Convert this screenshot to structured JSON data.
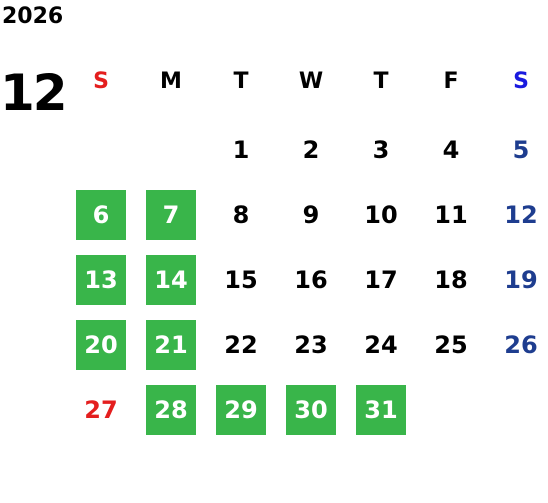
{
  "calendar": {
    "year": "2026",
    "month": "12",
    "weekdays": [
      {
        "label": "S",
        "color": "#e41e1e"
      },
      {
        "label": "M",
        "color": "#000000"
      },
      {
        "label": "T",
        "color": "#000000"
      },
      {
        "label": "W",
        "color": "#000000"
      },
      {
        "label": "T",
        "color": "#000000"
      },
      {
        "label": "F",
        "color": "#000000"
      },
      {
        "label": "S",
        "color": "#1a1adf"
      }
    ],
    "weeks": [
      [
        {
          "day": ""
        },
        {
          "day": ""
        },
        {
          "day": "1",
          "style": "normal"
        },
        {
          "day": "2",
          "style": "normal"
        },
        {
          "day": "3",
          "style": "normal"
        },
        {
          "day": "4",
          "style": "normal"
        },
        {
          "day": "5",
          "style": "sat"
        }
      ],
      [
        {
          "day": "6",
          "style": "green"
        },
        {
          "day": "7",
          "style": "green"
        },
        {
          "day": "8",
          "style": "normal"
        },
        {
          "day": "9",
          "style": "normal"
        },
        {
          "day": "10",
          "style": "normal"
        },
        {
          "day": "11",
          "style": "normal"
        },
        {
          "day": "12",
          "style": "sat"
        }
      ],
      [
        {
          "day": "13",
          "style": "green"
        },
        {
          "day": "14",
          "style": "green"
        },
        {
          "day": "15",
          "style": "normal"
        },
        {
          "day": "16",
          "style": "normal"
        },
        {
          "day": "17",
          "style": "normal"
        },
        {
          "day": "18",
          "style": "normal"
        },
        {
          "day": "19",
          "style": "sat"
        }
      ],
      [
        {
          "day": "20",
          "style": "green"
        },
        {
          "day": "21",
          "style": "green"
        },
        {
          "day": "22",
          "style": "normal"
        },
        {
          "day": "23",
          "style": "normal"
        },
        {
          "day": "24",
          "style": "normal"
        },
        {
          "day": "25",
          "style": "normal"
        },
        {
          "day": "26",
          "style": "sat"
        }
      ],
      [
        {
          "day": "27",
          "style": "sun"
        },
        {
          "day": "28",
          "style": "green"
        },
        {
          "day": "29",
          "style": "green"
        },
        {
          "day": "30",
          "style": "green"
        },
        {
          "day": "31",
          "style": "green"
        },
        {
          "day": ""
        },
        {
          "day": ""
        }
      ]
    ]
  }
}
